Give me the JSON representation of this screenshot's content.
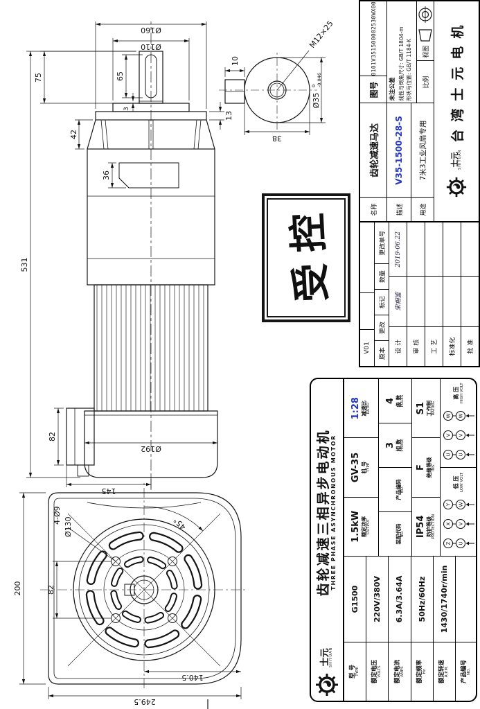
{
  "stamp": {
    "text": "受控"
  },
  "drawing": {
    "side": {
      "overall": "531",
      "d160": "Ø160",
      "d110": "Ø110",
      "len75": "75",
      "len3": "3",
      "len65": "65",
      "len42": "42",
      "len13": "13",
      "len36": "36",
      "box82": "82",
      "d192": "Ø192",
      "len145": "145"
    },
    "front": {
      "w200": "200",
      "w82": "82",
      "bolt": "4-Ø9",
      "bc": "Ø130",
      "angle": "45°",
      "h140": "140.5",
      "h249": "249.5"
    },
    "shaft": {
      "tap": "M12×25",
      "dia": "Ø35",
      "tol_hi": "0",
      "tol_lo": "-0.046",
      "key10": "10",
      "len38": "38"
    }
  },
  "nameplate": {
    "logo": {
      "cn": "士元",
      "en": "SHIYUAN"
    },
    "title_cn": "齿轮减速三相异步电动机",
    "title_en": "THREE PHASE ASYNCHRONOUS MOTOR",
    "left_rows": [
      {
        "cn": "型 号",
        "en": "TYPE",
        "value": "G1500"
      },
      {
        "cn": "额定电压",
        "en": "VOLTS",
        "value": "220V/380V"
      },
      {
        "cn": "额定电流",
        "en": "AMPS",
        "value": "6.3A/3.64A"
      },
      {
        "cn": "额定频率",
        "en": "Hz",
        "value": "50Hz/60Hz"
      },
      {
        "cn": "额定转速",
        "en": "R.P.M.",
        "value": "1430/1740r/min"
      },
      {
        "cn": "产品编号",
        "en": "NO.",
        "value": ""
      }
    ],
    "power_cells": [
      {
        "cn": "额定功率",
        "en": "OUTPUT",
        "value": "1.5kW"
      },
      {
        "cn": "机 号",
        "en": "TYPE",
        "value": "GV-35"
      },
      {
        "cn": "减速比",
        "en": "RATIO",
        "value": "1:28"
      }
    ],
    "code_cells": [
      {
        "cn": "装配代码",
        "en": "NO.",
        "value": ""
      },
      {
        "cn": "产品编码",
        "en": "NO.",
        "value": ""
      },
      {
        "cn": "相 数",
        "en": "PHASE",
        "value": "3"
      },
      {
        "cn": "级 数",
        "en": "POLES",
        "value": "4"
      }
    ],
    "spec_cells": [
      {
        "cn": "防护等级",
        "en": "PROTECTION",
        "value": "IP54"
      },
      {
        "cn": "绝缘等级",
        "en": "INS.",
        "value": "F"
      },
      {
        "cn": "工作制",
        "en": "RATING",
        "value": "S1"
      }
    ],
    "wiring": {
      "low": {
        "cn": "低 压",
        "en": "LOW VOLT",
        "pairs": [
          [
            "Z",
            "U"
          ],
          [
            "X",
            "V"
          ],
          [
            "Y",
            "W"
          ]
        ]
      },
      "high": {
        "cn": "高 压",
        "en": "HIGH VOLT",
        "pairs": [
          [
            "U",
            "U"
          ],
          [
            "V",
            "V"
          ],
          [
            "W",
            "W"
          ]
        ]
      }
    }
  },
  "titleblock": {
    "rev_code": "V01",
    "rev_headers": [
      "原本",
      "更改",
      "标记",
      "数量",
      "更改单号"
    ],
    "sign_rows": [
      {
        "label": "设 计",
        "name": "宋相鉴",
        "date": "2019-06.22"
      },
      {
        "label": "审 核",
        "name": "",
        "date": ""
      },
      {
        "label": "工 艺",
        "name": "",
        "date": ""
      },
      {
        "label": "标准化",
        "name": "",
        "date": ""
      },
      {
        "label": "批 准",
        "name": "",
        "date": ""
      }
    ],
    "fields": {
      "name_label": "名称",
      "name_value": "齿轮减速马达",
      "desc_label": "描述",
      "desc_value": "V35-1500-28-S",
      "use_label": "用途",
      "use_value": "7米3工业风扇专用",
      "no_label": "图号",
      "no_value": "0101V351500002530WX00",
      "tol_label": "未注公差",
      "tol_line1": "线性与倒角尺寸: GB/T 1804-m",
      "tol_line2": "形状与位置: GB/T 1184-K",
      "scale_label": "比例",
      "view_label": "视图",
      "company": "台湾士元电机"
    },
    "logo": {
      "cn": "士元",
      "en": "SHIYUAN"
    }
  },
  "colors": {
    "line": "#141414",
    "accent_blue": "#2336c4"
  }
}
